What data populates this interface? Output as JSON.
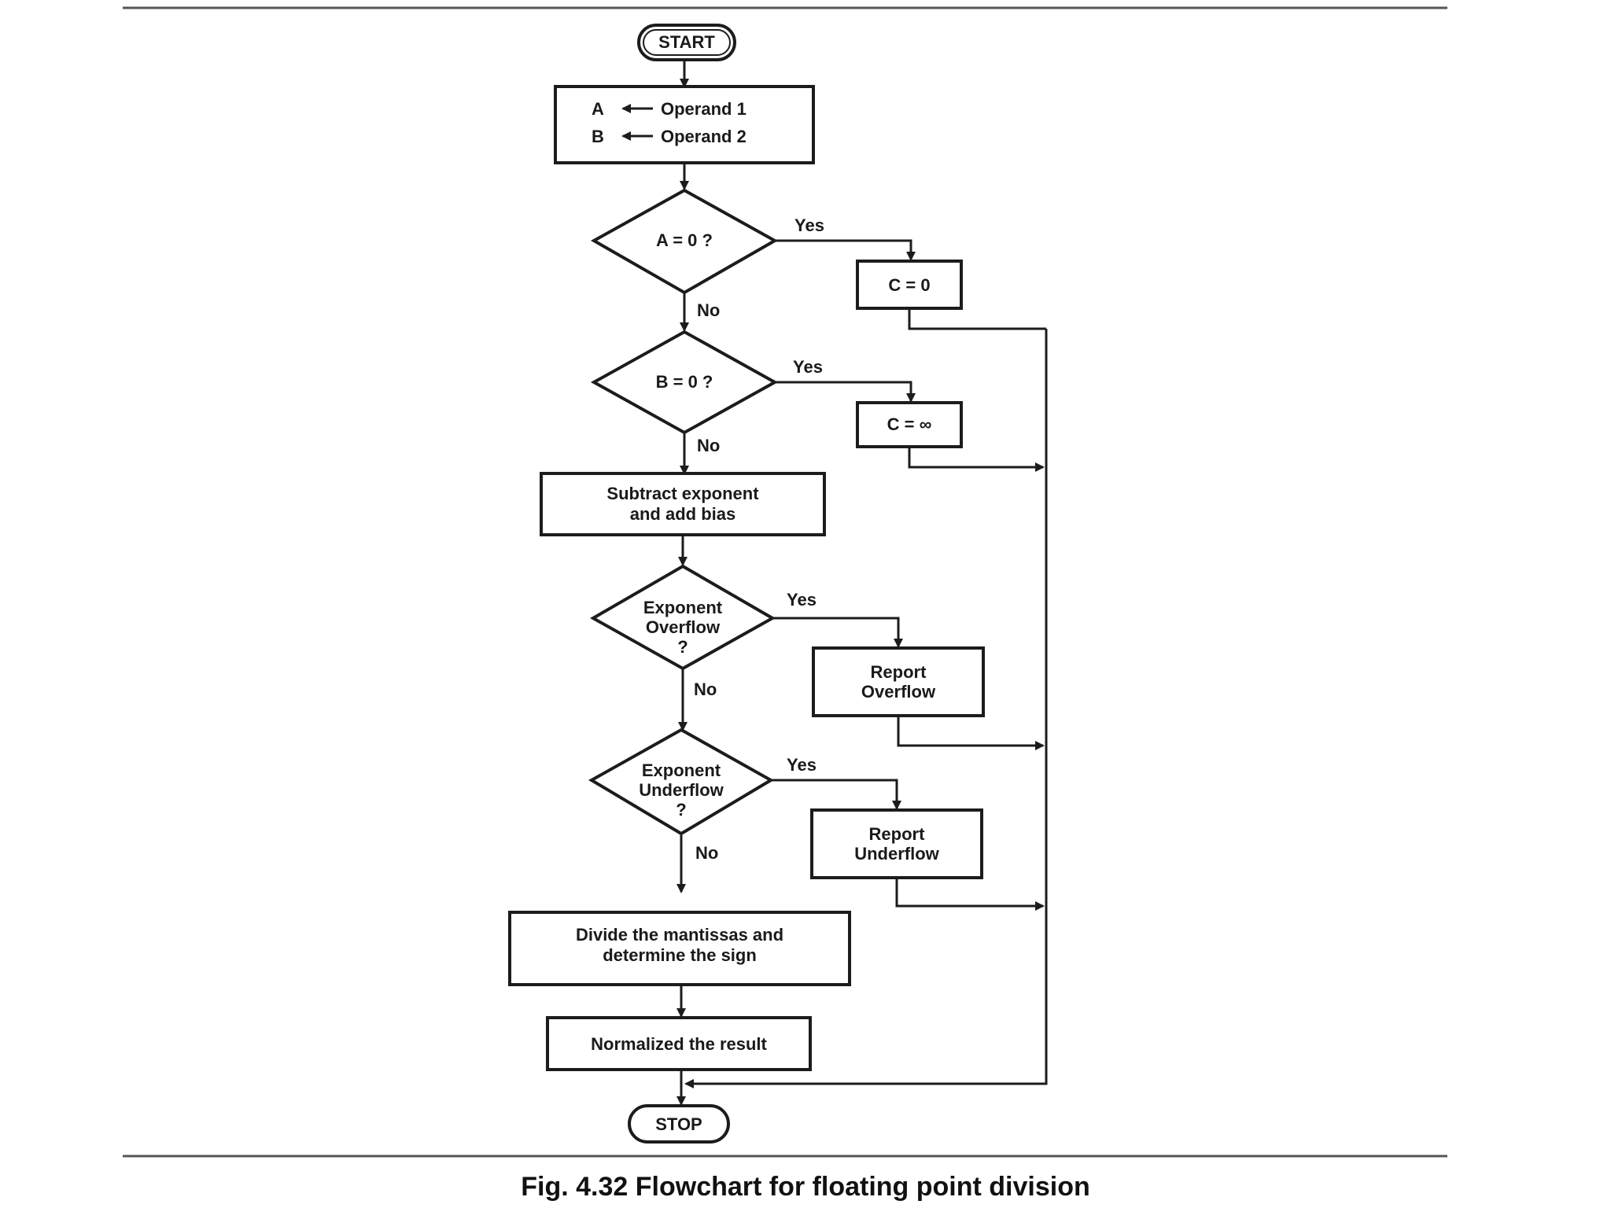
{
  "nodes": {
    "start": "START",
    "assign_a": "A",
    "assign_a_value": "Operand 1",
    "assign_b": "B",
    "assign_b_value": "Operand 2",
    "dec_a_zero": "A = 0 ?",
    "set_c_zero": "C = 0",
    "dec_b_zero": "B = 0 ?",
    "set_c_inf": "C = ∞",
    "subtract_line1": "Subtract exponent",
    "subtract_line2": "and add bias",
    "dec_overflow_line1": "Exponent",
    "dec_overflow_line2": "Overflow",
    "dec_overflow_line3": "?",
    "report_overflow_line1": "Report",
    "report_overflow_line2": "Overflow",
    "dec_underflow_line1": "Exponent",
    "dec_underflow_line2": "Underflow",
    "dec_underflow_line3": "?",
    "report_underflow_line1": "Report",
    "report_underflow_line2": "Underflow",
    "divide_line1": "Divide the mantissas and",
    "divide_line2": "determine the sign",
    "normalize": "Normalized the result",
    "stop": "STOP"
  },
  "branch_labels": {
    "yes": "Yes",
    "no": "No"
  },
  "caption": "Fig. 4.32 Flowchart for floating point division"
}
